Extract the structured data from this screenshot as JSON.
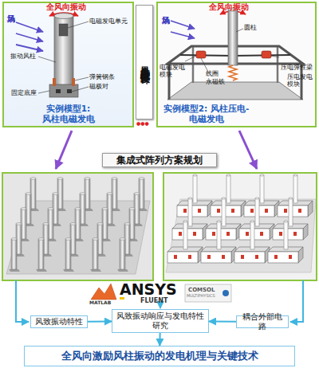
{
  "diagram": {
    "nodes": [
      {
        "text": [
          "实例模型1: 风柱电磁发电"
        ]
      },
      {
        "text": [
          "全风向风柱发电方案设计"
        ]
      },
      {
        "text": [
          "实例模型2: 风柱压电-电磁发电"
        ]
      },
      {
        "text": [
          "集成式阵列方案规划"
        ]
      },
      {
        "text": [
          "风致振动特性"
        ]
      },
      {
        "text": [
          "风致振动响应与发电特性研究"
        ]
      },
      {
        "text": [
          "耦合外部电路"
        ]
      },
      {
        "text": [
          "全风向激励风柱振动的发电机理与关键技术"
        ]
      }
    ],
    "edges": [
      {
        "from": 4,
        "to": 5,
        "arrow": "to"
      },
      {
        "from": 6,
        "to": 5,
        "arrow": "to"
      },
      {
        "from": 5,
        "to": 7,
        "arrow": "to"
      }
    ],
    "labels": [
      "全风向振动",
      "风场",
      "电磁发电单元",
      "振动风柱",
      "弹簧钢条",
      "磁极对",
      "固定底座",
      "●●●",
      "全风向振动",
      "风场",
      "圆柱",
      "电磁发电模块",
      "线圈",
      "永磁铁",
      "压电弹性梁",
      "压电发电模块",
      "MATLAB",
      "ANSYS",
      "FLUENT",
      "COMSOL",
      "MULTIPHYSICS"
    ]
  }
}
